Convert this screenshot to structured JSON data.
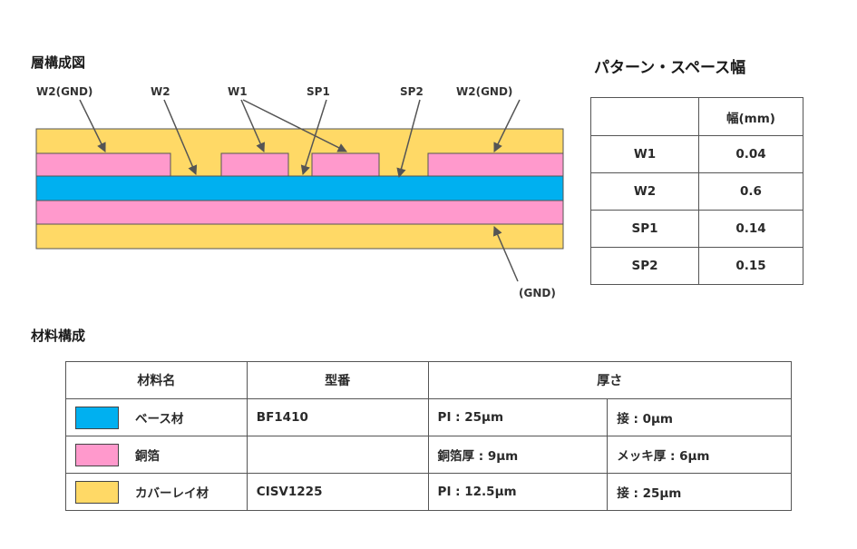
{
  "headings": {
    "stack": "層構成図",
    "pattern": "パターン・スペース幅",
    "materials": "材料構成"
  },
  "diagram_labels": {
    "w2_gnd_left": "W2(GND)",
    "w2": "W2",
    "w1": "W1",
    "sp1": "SP1",
    "sp2": "SP2",
    "w2_gnd_right": "W2(GND)",
    "gnd_bottom": "(GND)"
  },
  "colors": {
    "base": "#00b0f0",
    "copper": "#ff99cc",
    "coverlay": "#ffd966",
    "line": "#555555"
  },
  "pattern_table": {
    "header": [
      "",
      "幅(mm)"
    ],
    "rows": [
      [
        "W1",
        "0.04"
      ],
      [
        "W2",
        "0.6"
      ],
      [
        "SP1",
        "0.14"
      ],
      [
        "SP2",
        "0.15"
      ]
    ]
  },
  "material_table": {
    "headers": {
      "name": "材料名",
      "model": "型番",
      "thickness": "厚さ"
    },
    "rows": [
      {
        "name": "ベース材",
        "model": "BF1410",
        "t1": "PI : 25μm",
        "t2": "接 : 0μm",
        "color": "#00b0f0"
      },
      {
        "name": "銅箔",
        "model": "",
        "t1": "銅箔厚 : 9μm",
        "t2": "メッキ厚 : 6μm",
        "color": "#ff99cc"
      },
      {
        "name": "カバーレイ材",
        "model": "CISV1225",
        "t1": "PI : 12.5μm",
        "t2": "接 : 25μm",
        "color": "#ffd966"
      }
    ]
  }
}
